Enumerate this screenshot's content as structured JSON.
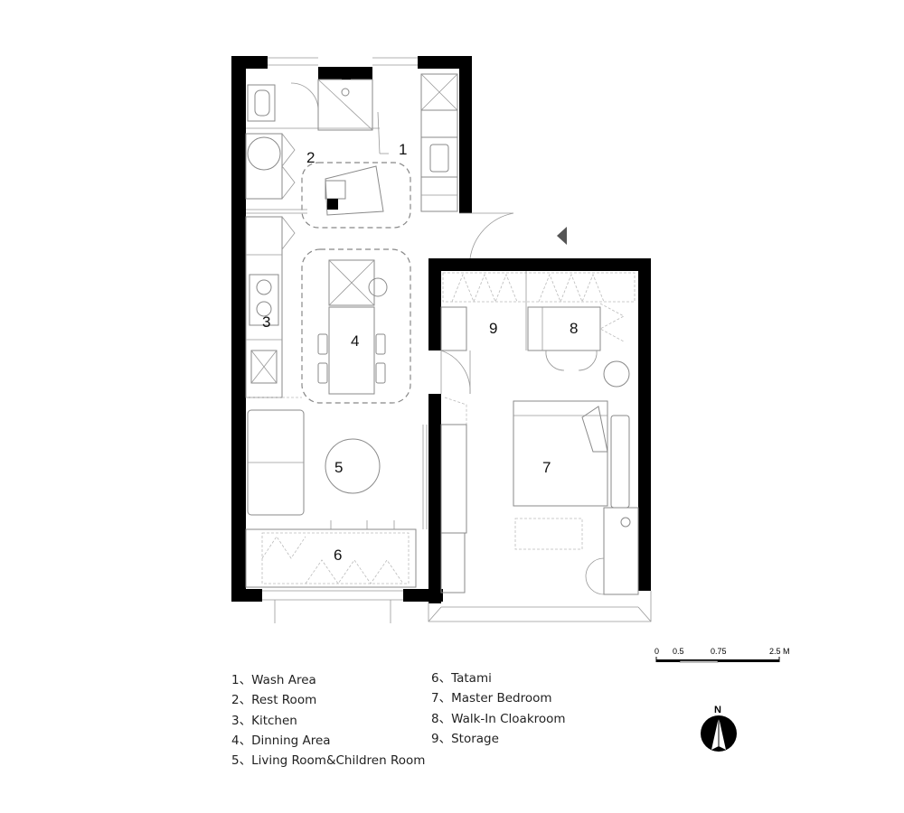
{
  "rooms": [
    {
      "id": "1",
      "name": "Wash Area"
    },
    {
      "id": "2",
      "name": "Rest Room"
    },
    {
      "id": "3",
      "name": "Kitchen"
    },
    {
      "id": "4",
      "name": "Dinning Area"
    },
    {
      "id": "5",
      "name": "Living Room&Children Room"
    },
    {
      "id": "6",
      "name": "Tatami"
    },
    {
      "id": "7",
      "name": "Master Bedroom"
    },
    {
      "id": "8",
      "name": "Walk-In Cloakroom"
    },
    {
      "id": "9",
      "name": "Storage"
    }
  ],
  "legend": {
    "left": [
      "1、Wash Area",
      "2、Rest Room",
      "3、Kitchen",
      "4、Dinning Area",
      "5、Living Room&Children Room"
    ],
    "right": [
      "6、Tatami",
      "7、Master Bedroom",
      "8、Walk-In Cloakroom",
      "9、Storage"
    ]
  },
  "scale_bar": {
    "labels": [
      "0",
      "0.5",
      "0.75",
      "2.5 M"
    ]
  },
  "north_arrow": {
    "label": "N",
    "icon": "north-arrow-icon"
  },
  "entrance_marker": {
    "icon": "entrance-arrow-icon"
  }
}
